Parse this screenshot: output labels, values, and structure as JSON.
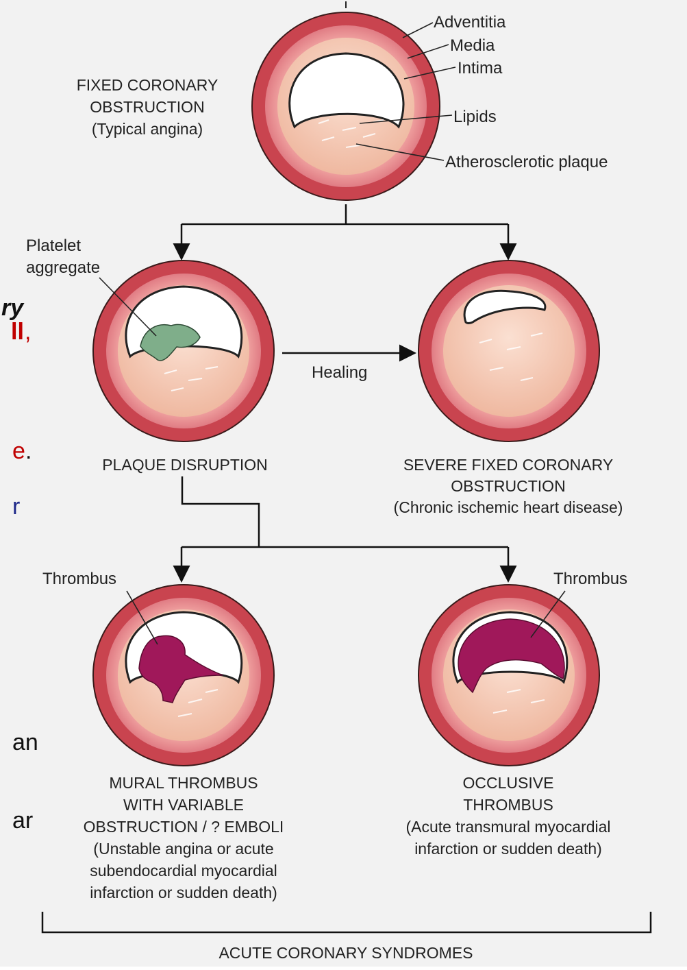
{
  "labels": {
    "adventitia": "Adventitia",
    "media": "Media",
    "intima": "Intima",
    "lipids": "Lipids",
    "plaque": "Atherosclerotic plaque",
    "platelet_1": "Platelet",
    "platelet_2": "aggregate",
    "healing": "Healing",
    "thrombus_left": "Thrombus",
    "thrombus_right": "Thrombus"
  },
  "captions": {
    "fixed": [
      "FIXED CORONARY",
      "OBSTRUCTION",
      "(Typical angina)"
    ],
    "disruption": [
      "PLAQUE DISRUPTION"
    ],
    "severe": [
      "SEVERE FIXED CORONARY",
      "OBSTRUCTION",
      "(Chronic ischemic heart disease)"
    ],
    "mural": [
      "MURAL THROMBUS",
      "WITH VARIABLE",
      "OBSTRUCTION / ? EMBOLI",
      "(Unstable angina or acute",
      "subendocardial myocardial",
      "infarction or sudden death)"
    ],
    "occlusive": [
      "OCCLUSIVE",
      "THROMBUS",
      "(Acute transmural myocardial",
      "infarction or sudden death)"
    ],
    "syndromes": "ACUTE CORONARY SYNDROMES"
  },
  "clipped_text": [
    {
      "text": "ry",
      "color": "#111111",
      "style": "bold-italic"
    },
    {
      "text": "ll",
      "color": "#c00000",
      "style": "bold"
    },
    {
      "text": ",",
      "color": "#c00000",
      "style": "normal"
    },
    {
      "text": "e",
      "color": "#c00000",
      "style": "normal"
    },
    {
      "text": ".",
      "color": "#111111",
      "style": "normal"
    },
    {
      "text": "r",
      "color": "#1f2a8a",
      "style": "normal"
    },
    {
      "text": "an",
      "color": "#111111",
      "style": "normal"
    },
    {
      "text": "ar",
      "color": "#111111",
      "style": "normal"
    }
  ],
  "colors": {
    "adventitia": "#c9444f",
    "media": "#e98a91",
    "intima": "#f6c9c2",
    "plaque": "#f4c4ae",
    "lumen": "#ffffff",
    "platelet": "#7fae8a",
    "thrombus": "#a0185a",
    "background": "#f2f2f2"
  }
}
